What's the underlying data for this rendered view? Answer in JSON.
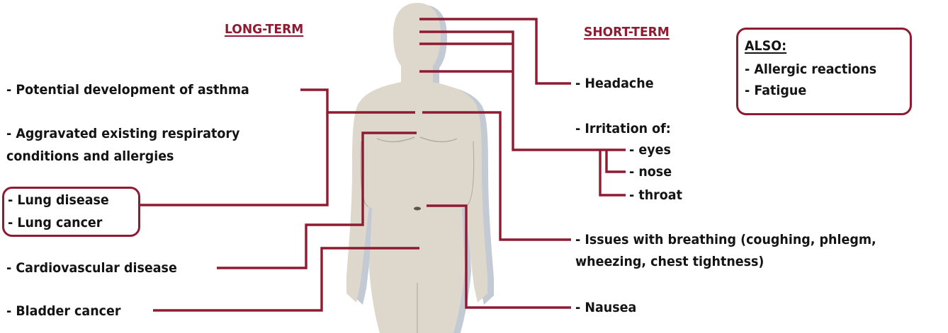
{
  "headings": {
    "long_term": "LONG-TERM",
    "short_term": "SHORT-TERM"
  },
  "long_term_items": {
    "asthma": "- Potential development of asthma",
    "respiratory_line1": "- Aggravated existing respiratory",
    "respiratory_line2": "conditions and allergies",
    "lung_disease": "- Lung disease",
    "lung_cancer": "- Lung cancer",
    "cardiovascular": "- Cardiovascular disease",
    "bladder": "- Bladder cancer"
  },
  "short_term_items": {
    "headache": "- Headache",
    "irritation": "- Irritation of:",
    "eyes": "- eyes",
    "nose": "- nose",
    "throat": "- throat",
    "breathing_line1": "- Issues with breathing (coughing, phlegm,",
    "breathing_line2": "wheezing, chest tightness)",
    "nausea": "- Nausea"
  },
  "also": {
    "title": "ALSO:",
    "items": [
      "- Allergic reactions",
      "- Fatigue"
    ]
  },
  "colors": {
    "accent": "#8e1b31",
    "body_fill": "#ddd8cb",
    "body_shadow": "#c3cad4",
    "text": "#141414"
  }
}
